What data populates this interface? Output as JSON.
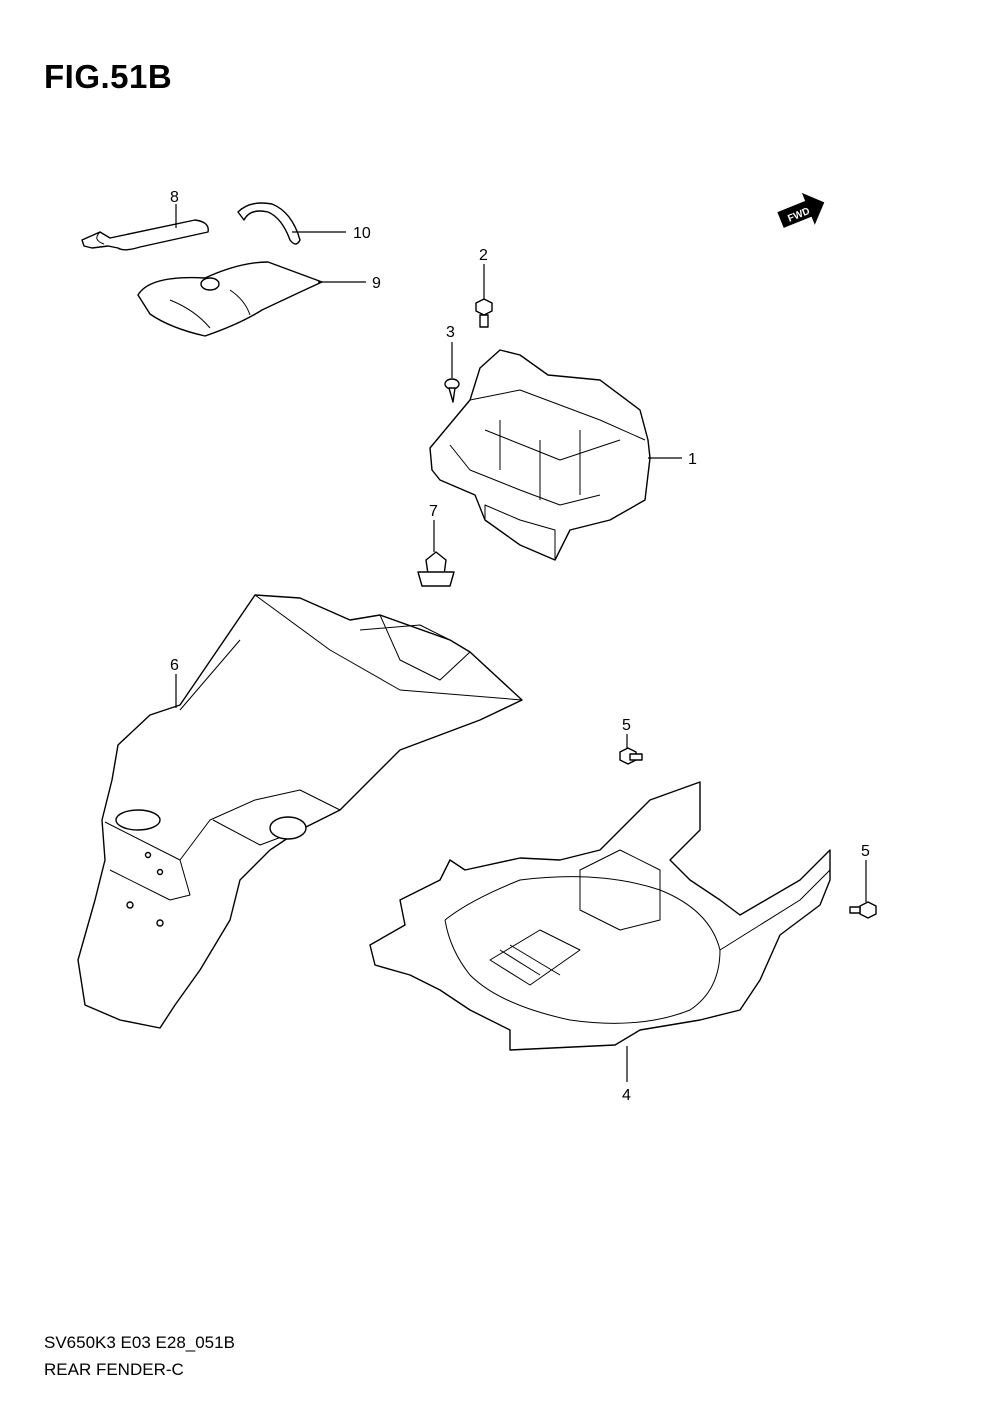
{
  "figure": {
    "title": "FIG.51B",
    "model_code": "SV650K3 E03 E28_051B",
    "section_name": "REAR FENDER-C"
  },
  "direction_badge": {
    "label": "FWD",
    "icon": "forward-arrow-icon"
  },
  "callouts": [
    {
      "id": "c1",
      "number": "1"
    },
    {
      "id": "c2",
      "number": "2"
    },
    {
      "id": "c3",
      "number": "3"
    },
    {
      "id": "c4",
      "number": "4"
    },
    {
      "id": "c5a",
      "number": "5"
    },
    {
      "id": "c5b",
      "number": "5"
    },
    {
      "id": "c6",
      "number": "6"
    },
    {
      "id": "c7",
      "number": "7"
    },
    {
      "id": "c8",
      "number": "8"
    },
    {
      "id": "c9",
      "number": "9"
    },
    {
      "id": "c10",
      "number": "10"
    }
  ]
}
